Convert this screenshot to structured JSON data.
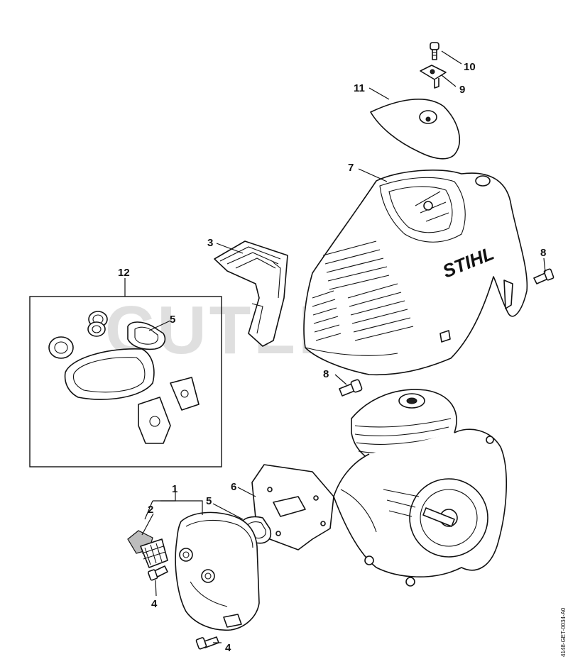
{
  "diagram": {
    "callouts": [
      "1",
      "2",
      "3",
      "4",
      "4",
      "5",
      "5",
      "6",
      "7",
      "8",
      "8",
      "9",
      "10",
      "11",
      "12"
    ],
    "brand_text": "STIHL",
    "watermark": "CUTLER'S",
    "doc_id": "4148-GET-0034-A0"
  }
}
